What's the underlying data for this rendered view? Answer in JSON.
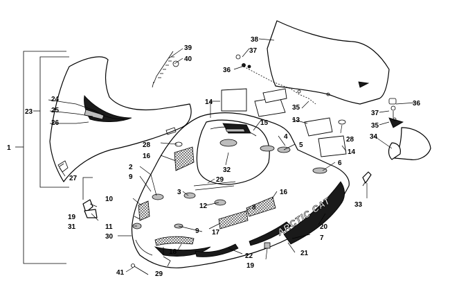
{
  "brand_text": "ARCTIC CAT",
  "callouts": [
    "1",
    "2",
    "3",
    "4",
    "5",
    "6",
    "7",
    "8",
    "9",
    "9",
    "10",
    "11",
    "12",
    "13",
    "14",
    "14",
    "15",
    "16",
    "16",
    "17",
    "18",
    "19",
    "19",
    "20",
    "21",
    "22",
    "23",
    "24",
    "25",
    "26",
    "27",
    "28",
    "28",
    "29",
    "29",
    "30",
    "31",
    "32",
    "33",
    "34",
    "35",
    "35",
    "36",
    "36",
    "37",
    "37",
    "38",
    "39",
    "40",
    "41"
  ]
}
